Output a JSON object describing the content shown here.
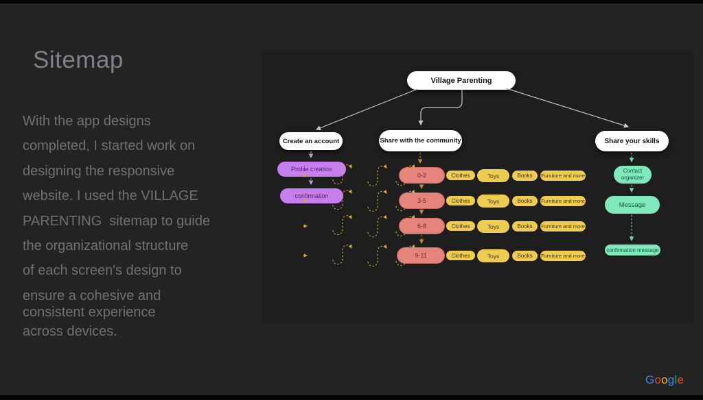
{
  "slide": {
    "title": "Sitemap",
    "intro_lines": [
      "With the app designs",
      "completed, I started work on",
      "designing the responsive",
      "website. I used the VILLAGE",
      "PARENTING  sitemap to guide",
      "the organizational structure",
      "of each screen's design to",
      "ensure a cohesive and",
      "consistent experience",
      "across devices."
    ]
  },
  "sitemap": {
    "root_label": "Village Parenting",
    "account_branch": {
      "header": "Create an account",
      "steps": [
        "Profile creation",
        "confirmation"
      ]
    },
    "community_branch": {
      "header": "Share with the community",
      "age_groups": [
        "0-2",
        "3-5",
        "6-8",
        "9-11"
      ],
      "categories": [
        "Clothes",
        "Toys",
        "Books",
        "Furniture and more"
      ]
    },
    "skills_branch": {
      "header": "Share your skills",
      "steps": [
        "Contact organizer",
        "Message",
        "confirmation message"
      ]
    }
  },
  "footer": {
    "logo_letters": [
      {
        "char": "G",
        "color": "#4285F4"
      },
      {
        "char": "o",
        "color": "#EA4335"
      },
      {
        "char": "o",
        "color": "#FBBC05"
      },
      {
        "char": "g",
        "color": "#4285F4"
      },
      {
        "char": "l",
        "color": "#34A853"
      },
      {
        "char": "e",
        "color": "#EA4335"
      }
    ]
  },
  "colors": {
    "page_bg": "#232323",
    "panel_bg": "#1e1e1e",
    "node_white": "#ffffff",
    "node_purple": "#c77ff0",
    "node_red": "#e5837d",
    "node_yellow": "#eecb51",
    "node_green": "#7fe9bb",
    "tree_line": "#c4c7cc",
    "arrow_purple": "#b7a6c9",
    "arrow_orange": "#c08a45",
    "arrow_green": "#74d8a8",
    "arrow_yellow": "#d0a93c",
    "title_text": "#7e8187",
    "body_text": "#6d7076"
  }
}
